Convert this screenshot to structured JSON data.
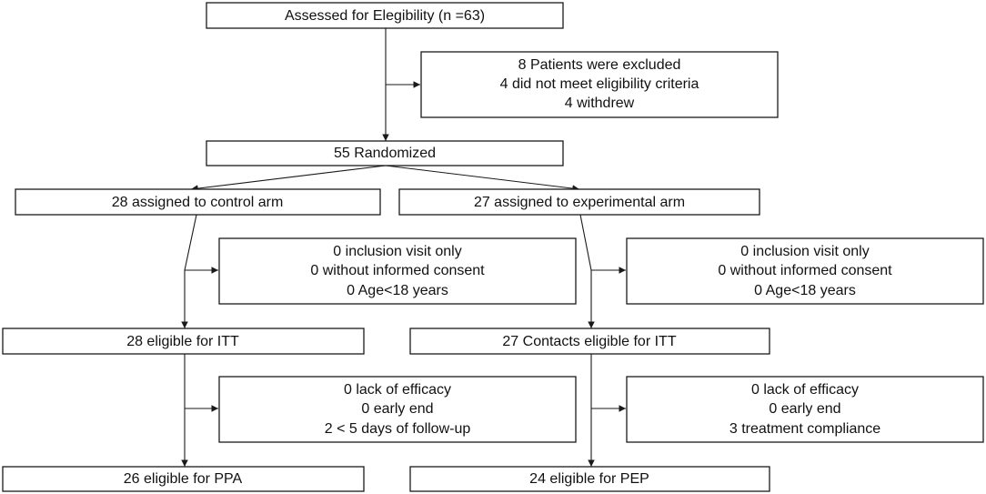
{
  "flowchart": {
    "assessed": "Assessed for Elegibility (n =63)",
    "excluded": {
      "line1": "8 Patients were excluded",
      "line2": "4 did not meet eligibility criteria",
      "line3": "4 withdrew"
    },
    "randomized": "55 Randomized",
    "control_arm": "28 assigned to control arm",
    "experimental_arm": "27 assigned to experimental arm",
    "control_exclusions": {
      "line1": "0 inclusion visit only",
      "line2": "0  without informed consent",
      "line3": "0 Age<18 years"
    },
    "experimental_exclusions": {
      "line1": "0 inclusion visit only",
      "line2": "0  without informed consent",
      "line3": "0 Age<18 years"
    },
    "control_itt": "28 eligible for ITT",
    "experimental_itt": "27 Contacts eligible for ITT",
    "control_pp_exclusions": {
      "line1": "0 lack of efficacy",
      "line2": "0 early end",
      "line3": "2  < 5 days of follow-up"
    },
    "experimental_pp_exclusions": {
      "line1": "0 lack of efficacy",
      "line2": "0 early end",
      "line3": "3  treatment compliance"
    },
    "control_ppa": "26 eligible for PPA",
    "experimental_pep": "24 eligible for PEP"
  }
}
